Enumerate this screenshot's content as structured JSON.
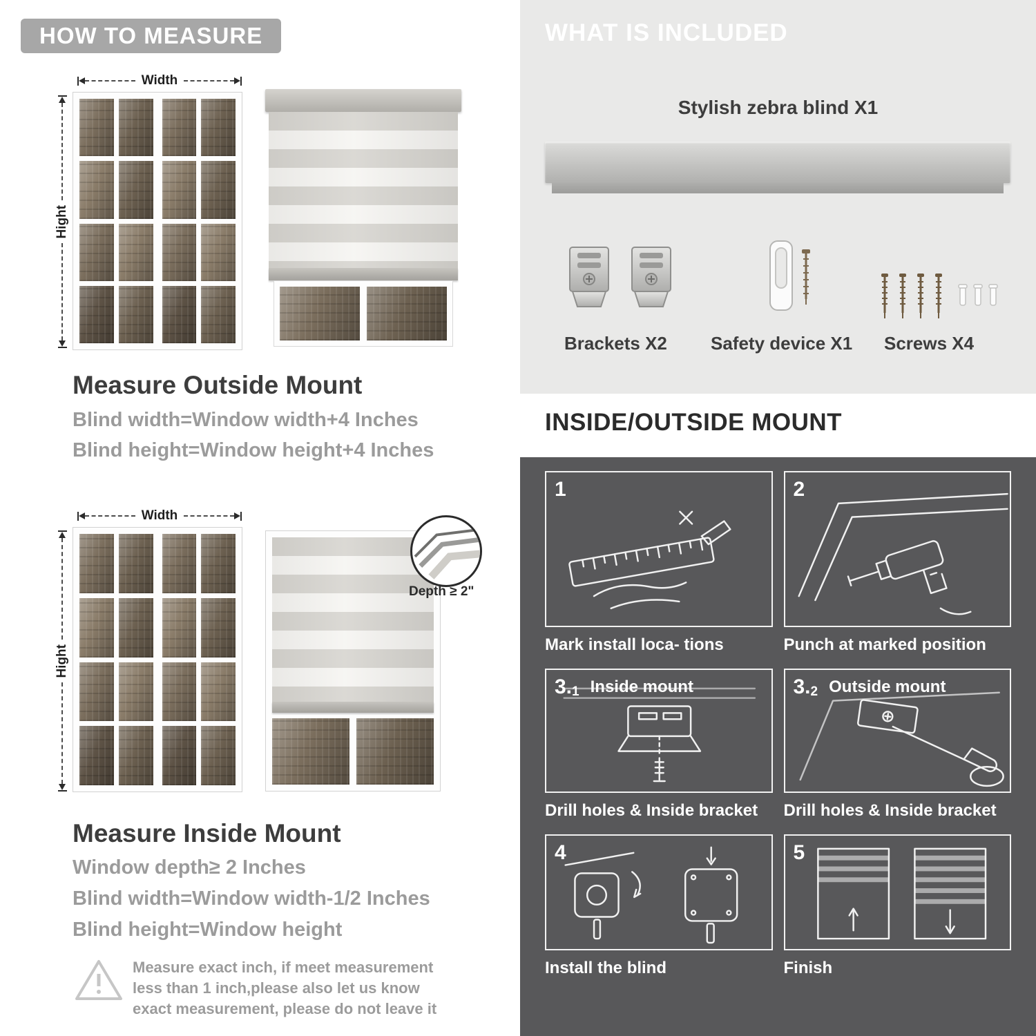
{
  "colors": {
    "header_pill": "#a7a7a7",
    "panel_light": "#e9e9e8",
    "panel_dark": "#58585a",
    "text_dark": "#3d3d3d",
    "text_gray": "#9b9b9b",
    "white": "#ffffff"
  },
  "left": {
    "header": "HOW TO MEASURE",
    "outside": {
      "width_label": "Width",
      "height_label": "Hight",
      "heading": "Measure Outside Mount",
      "lines": [
        "Blind width=Window width+4 Inches",
        "Blind height=Window height+4 Inches"
      ]
    },
    "inside": {
      "width_label": "Width",
      "height_label": "Hight",
      "depth_label": "Depth ≥ 2\"",
      "heading": "Measure Inside Mount",
      "lines": [
        "Window depth≥ 2 Inches",
        "Blind width=Window width-1/2 Inches",
        "Blind height=Window height"
      ]
    },
    "warning": {
      "text": "Measure exact inch, if meet measurement less than 1 inch,please also let us know exact measurement, please do not leave it"
    }
  },
  "right": {
    "included": {
      "header": "WHAT IS INCLUDED",
      "blind_label": "Stylish zebra blind X1",
      "items": [
        {
          "label": "Brackets X2"
        },
        {
          "label": "Safety device X1"
        },
        {
          "label": "Screws X4"
        }
      ]
    },
    "mount": {
      "header": "INSIDE/OUTSIDE MOUNT",
      "steps": [
        {
          "num": "1",
          "caption": "Mark install loca- tions"
        },
        {
          "num": "2",
          "caption": "Punch at  marked position"
        },
        {
          "num": "3.",
          "sub": "1",
          "title": "Inside mount",
          "caption": "Drill holes &  Inside bracket"
        },
        {
          "num": "3.",
          "sub": "2",
          "title": "Outside mount",
          "caption": "Drill holes &  Inside bracket"
        },
        {
          "num": "4",
          "caption": "Install the blind"
        },
        {
          "num": "5",
          "caption": "Finish"
        }
      ]
    }
  }
}
